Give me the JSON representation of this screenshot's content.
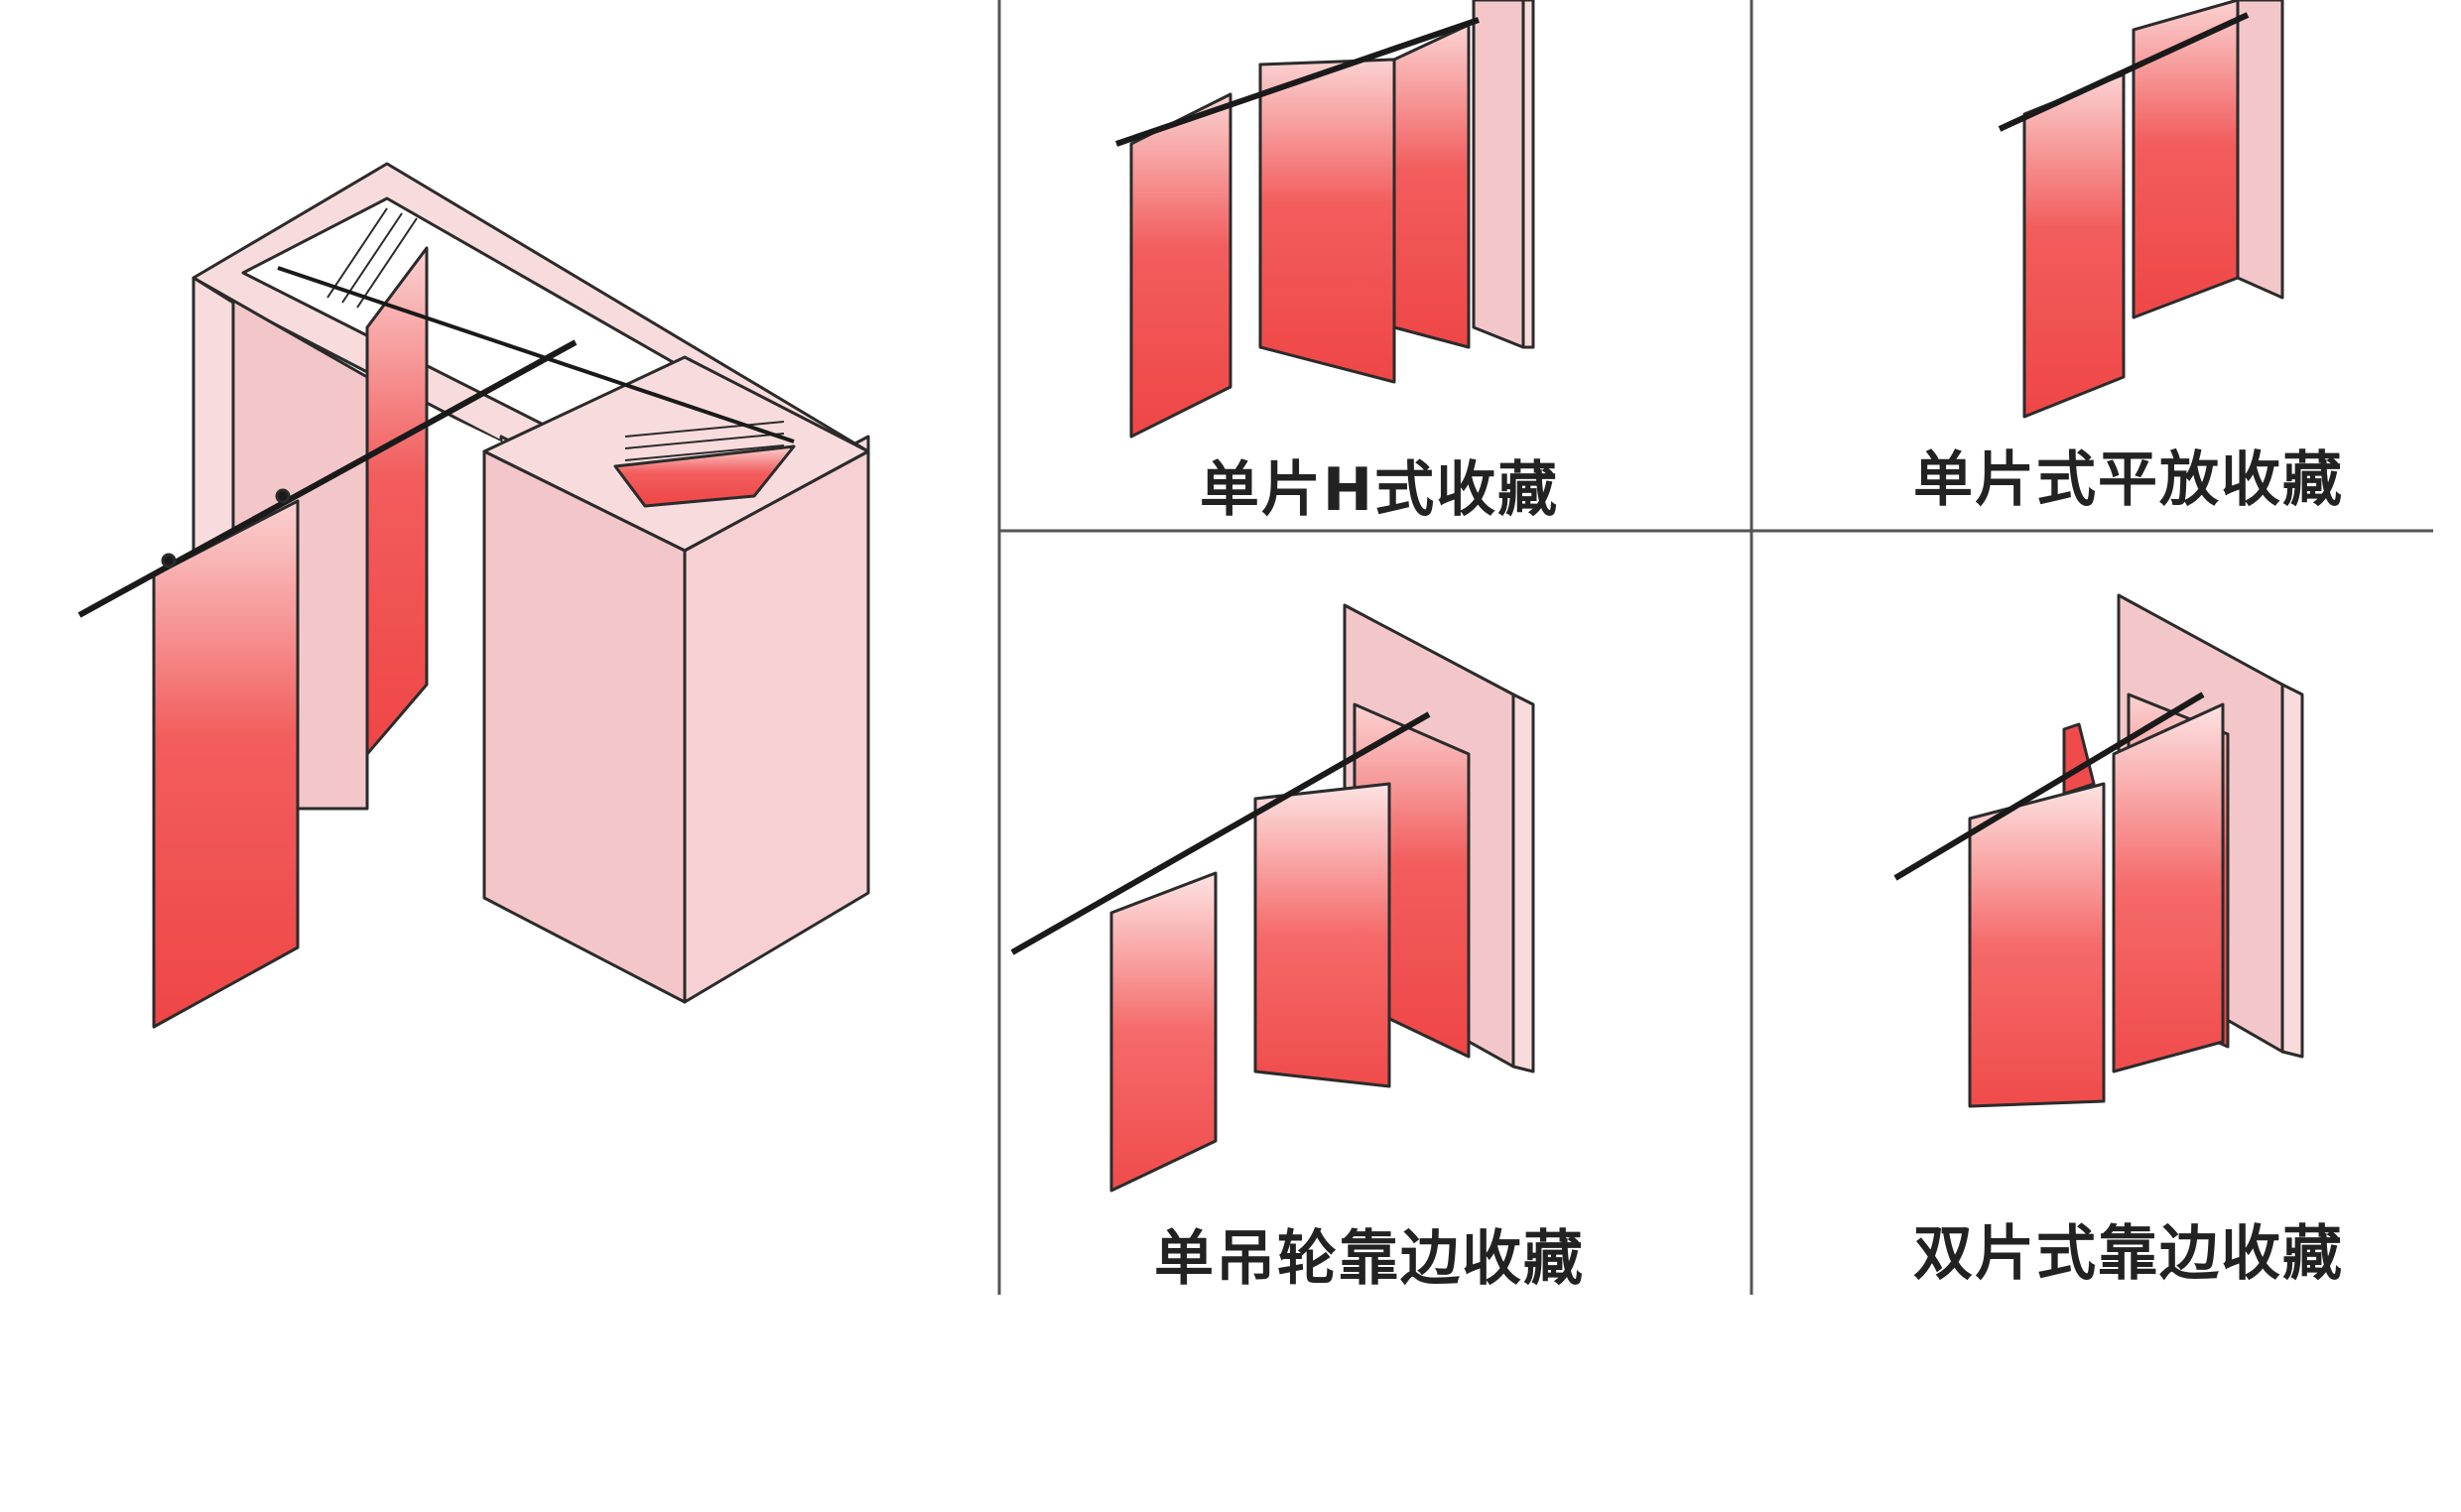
{
  "colors": {
    "panel_red": "#f04b4b",
    "panel_light": "#fbd2d2",
    "wall_pink": "#f3c7c9",
    "wall_pink_light": "#f8dcdd",
    "outline": "#2b2b2b",
    "divider": "#555555",
    "track": "#1a1a1a",
    "caption": "#222222"
  },
  "captions": {
    "h_storage": "单片H式收藏",
    "flat_storage": "单片式平放收藏",
    "single_wheel_side": "单吊轮靠边收藏",
    "double_side": "双片式靠边收藏"
  }
}
